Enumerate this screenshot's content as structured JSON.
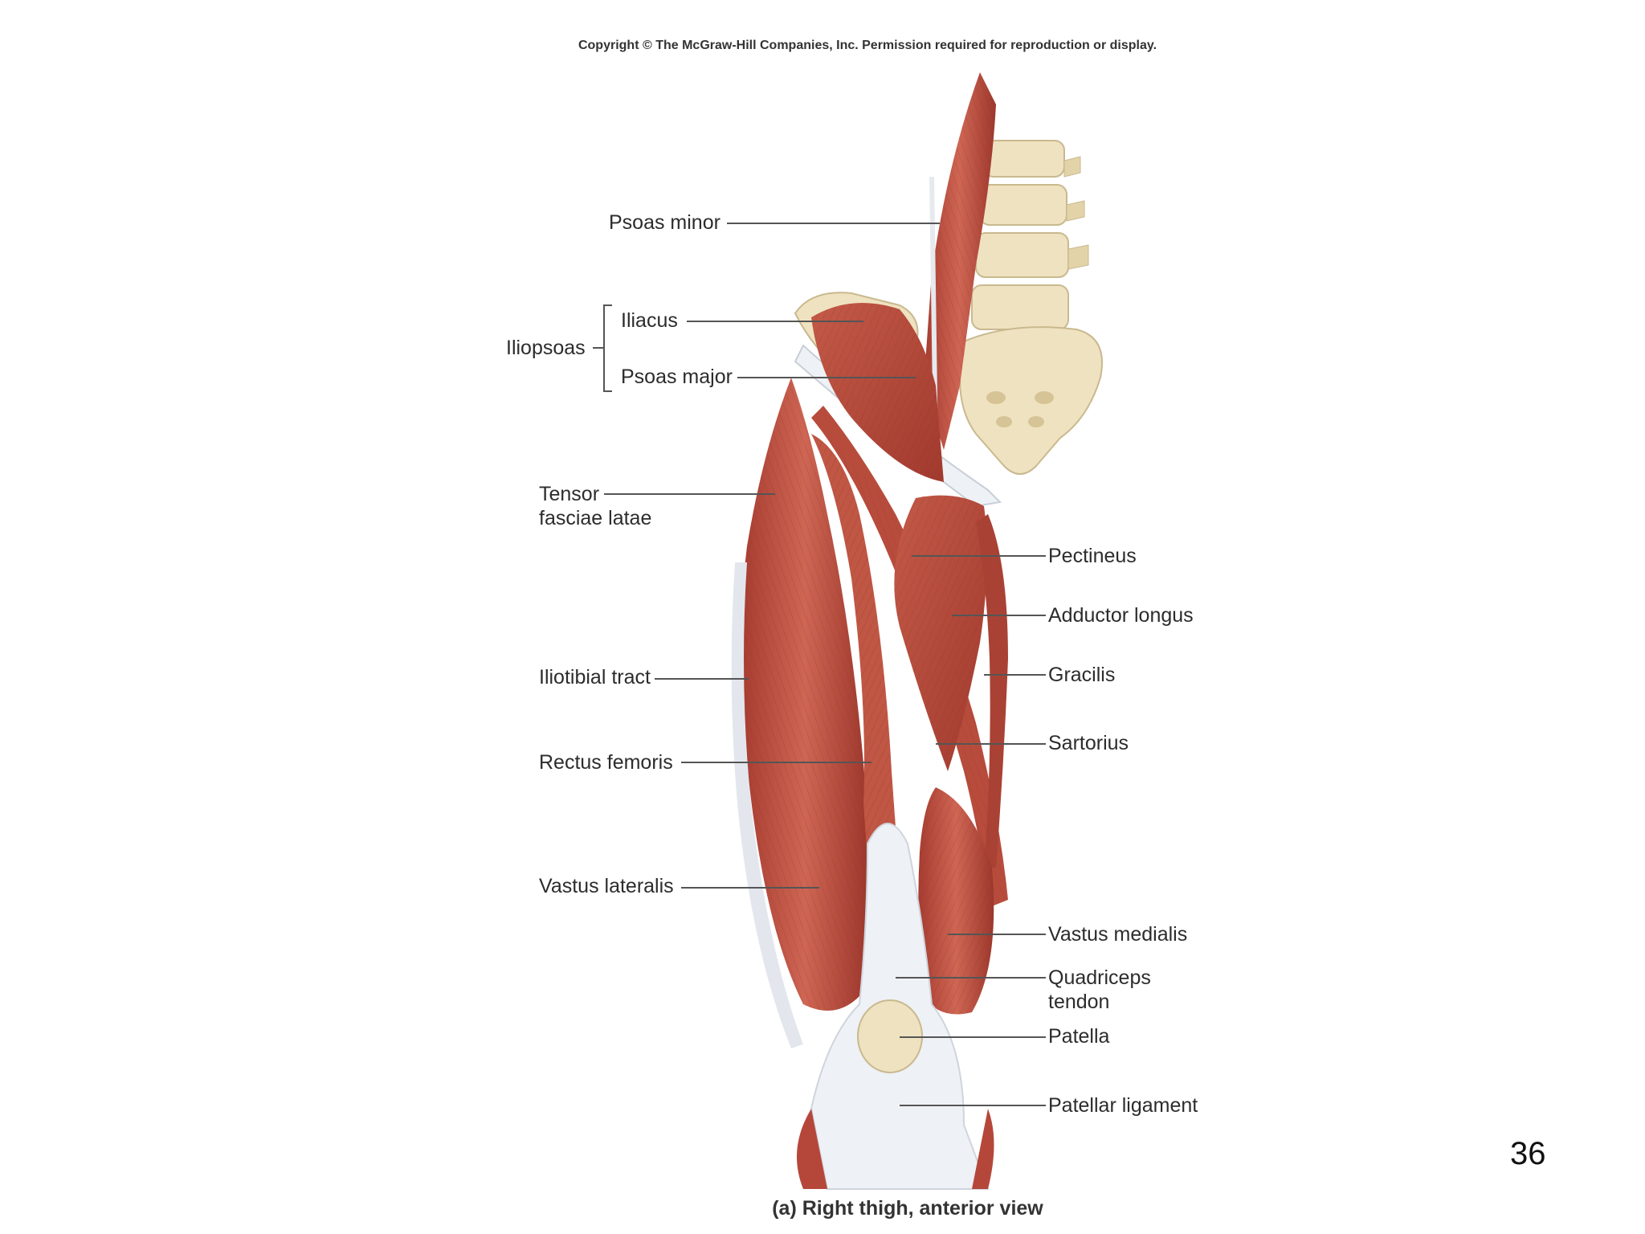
{
  "copyright": "Copyright © The McGraw-Hill Companies, Inc. Permission required for reproduction or display.",
  "labels": {
    "psoas_minor": "Psoas minor",
    "iliopsoas": "Iliopsoas",
    "iliacus": "Iliacus",
    "psoas_major": "Psoas major",
    "tensor_fasciae_latae": "Tensor fasciae latae",
    "iliotibial_tract": "Iliotibial tract",
    "rectus_femoris": "Rectus femoris",
    "vastus_lateralis": "Vastus lateralis",
    "pectineus": "Pectineus",
    "adductor_longus": "Adductor longus",
    "gracilis": "Gracilis",
    "sartorius": "Sartorius",
    "vastus_medialis": "Vastus medialis",
    "quadriceps_tendon": "Quadriceps tendon",
    "patella": "Patella",
    "patellar_ligament": "Patellar ligament"
  },
  "caption": "(a)  Right thigh, anterior view",
  "slide_number": "36",
  "colors": {
    "muscle": "#b5473a",
    "muscle_light": "#cf6a58",
    "tendon": "#ebeef2",
    "bone": "#efe2c0",
    "leader_line": "#555555"
  }
}
